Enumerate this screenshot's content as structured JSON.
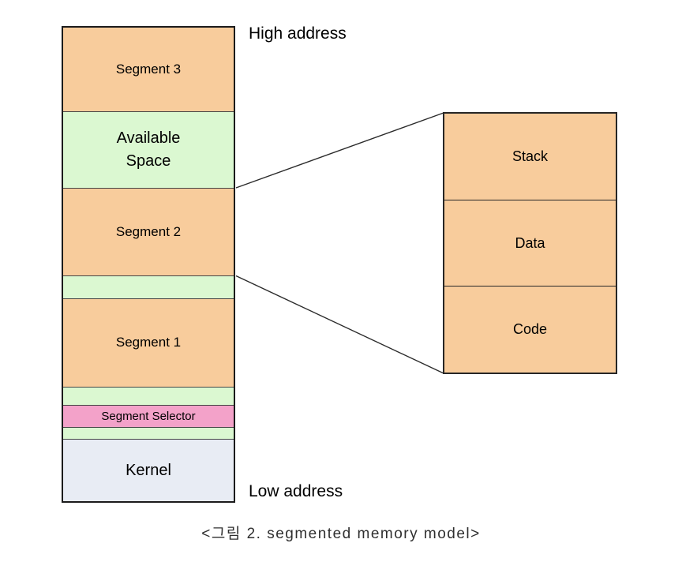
{
  "page": {
    "background": "#FFFFFF"
  },
  "labels": {
    "high_address": "High address",
    "low_address": "Low address"
  },
  "caption": "<그림 2. segmented memory model>",
  "colors": {
    "segment_fill": "#F8CC9C",
    "available_fill": "#DBF8D1",
    "selector_fill": "#F3A2C9",
    "kernel_fill": "#E8ECF4",
    "border": "#1B1B1B",
    "connector": "#2B2B2B"
  },
  "memory_column": {
    "segments": [
      {
        "name": "segment-3",
        "label": "Segment 3",
        "fill": "segment_fill",
        "height": 106
      },
      {
        "name": "available-space",
        "label": "Available\nSpace",
        "fill": "available_fill",
        "height": 97
      },
      {
        "name": "segment-2",
        "label": "Segment 2",
        "fill": "segment_fill",
        "height": 111
      },
      {
        "name": "gap-green-1",
        "label": "",
        "fill": "available_fill",
        "height": 29
      },
      {
        "name": "segment-1",
        "label": "Segment 1",
        "fill": "segment_fill",
        "height": 112
      },
      {
        "name": "gap-green-2",
        "label": "",
        "fill": "available_fill",
        "height": 23
      },
      {
        "name": "segment-selector",
        "label": "Segment Selector",
        "fill": "selector_fill",
        "height": 28
      },
      {
        "name": "gap-green-3",
        "label": "",
        "fill": "available_fill",
        "height": 15
      },
      {
        "name": "kernel",
        "label": "Kernel",
        "fill": "kernel_fill",
        "height": 79
      }
    ]
  },
  "expanded_segment": {
    "cells": [
      {
        "name": "stack",
        "label": "Stack"
      },
      {
        "name": "data",
        "label": "Data"
      },
      {
        "name": "code",
        "label": "Code"
      }
    ]
  }
}
